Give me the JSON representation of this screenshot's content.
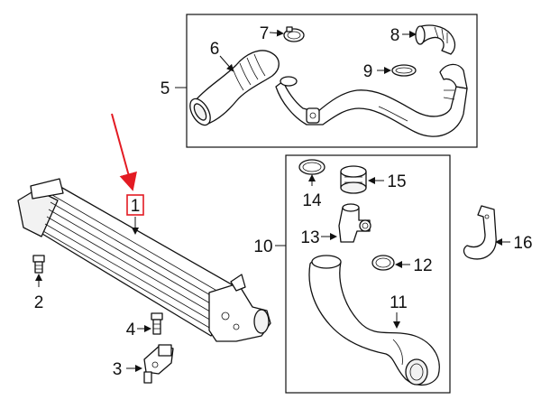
{
  "callouts": {
    "c1": "1",
    "c2": "2",
    "c3": "3",
    "c4": "4",
    "c5": "5",
    "c6": "6",
    "c7": "7",
    "c8": "8",
    "c9": "9",
    "c10": "10",
    "c11": "11",
    "c12": "12",
    "c13": "13",
    "c14": "14",
    "c15": "15",
    "c16": "16"
  },
  "colors": {
    "ink": "#111111",
    "highlight": "#e31b23",
    "paper": "#ffffff"
  },
  "highlighted_callout": "1"
}
